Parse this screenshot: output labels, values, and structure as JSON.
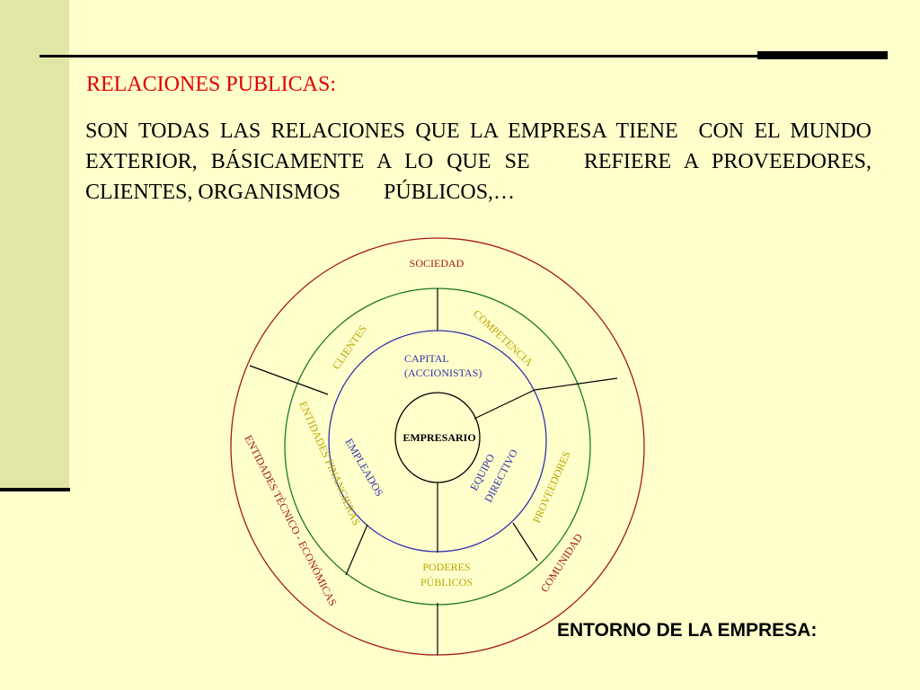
{
  "slide": {
    "title": "RELACIONES PUBLICAS:",
    "body": "SON TODAS LAS RELACIONES QUE LA EMPRESA TIENE  CON EL MUNDO EXTERIOR, BÁSICAMENTE A LO QUE SE    REFIERE A PROVEEDORES, CLIENTES, ORGANISMOS        PÚBLICOS,…",
    "footer": "ENTORNO DE LA EMPRESA:"
  },
  "diagram": {
    "center": "EMPRESARIO",
    "inner_ring": {
      "capital_line1": "CAPITAL",
      "capital_line2": "(ACCIONISTAS)",
      "empleados": "EMPLEADOS",
      "equipo_line1": "EQUIPO",
      "equipo_line2": "DIRECTIVO"
    },
    "middle_ring": {
      "clientes": "CLIENTES",
      "competencia": "COMPETENCIA",
      "entidades_financieras": "ENTIDADES FINANCIERAS",
      "proveedores": "PROVEEDORES",
      "poderes_line1": "PODERES",
      "poderes_line2": "PÚBLICOS"
    },
    "outer_ring": {
      "sociedad": "SOCIEDAD",
      "entidades_tecnico": "ENTIDADES TÉCNICO - ECONÓMICAS",
      "comunidad": "COMUNIDAD"
    },
    "colors": {
      "title": "#E00000",
      "inner_ring": "#3333AA",
      "middle_ring": "#1F7A1F",
      "middle_text": "#B8A800",
      "outer_ring": "#A31A1A",
      "outer_text": "#A31A1A",
      "divider": "#000000"
    }
  }
}
